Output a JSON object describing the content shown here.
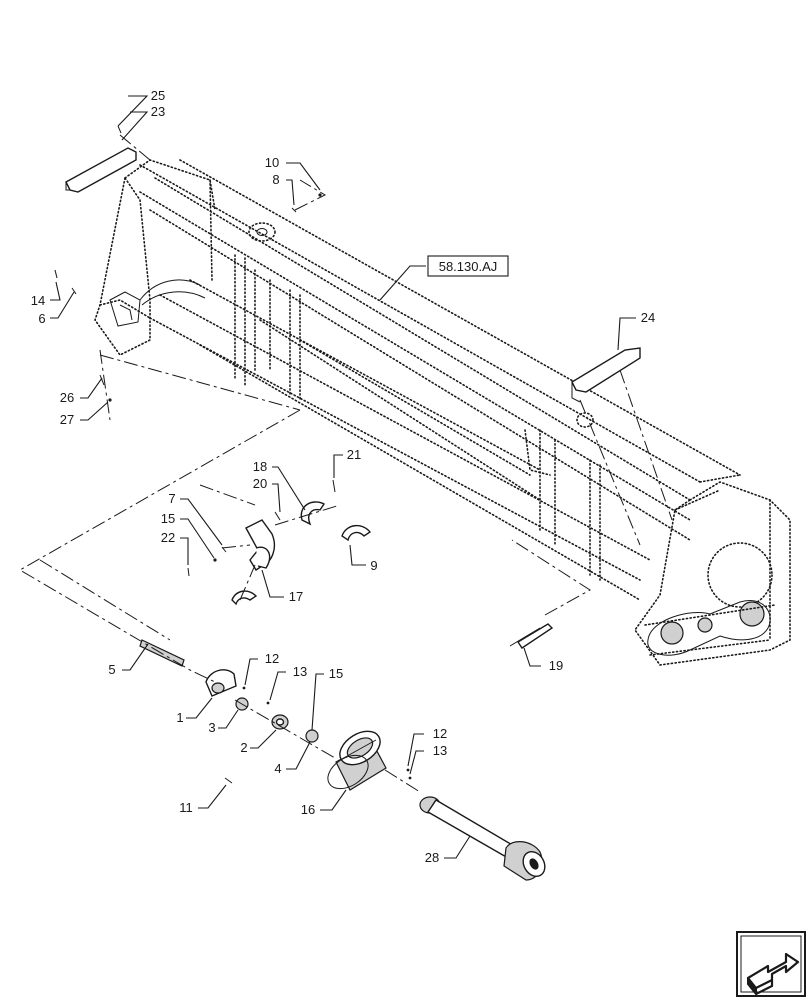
{
  "diagram": {
    "reference_label": "58.130.AJ",
    "callouts": [
      {
        "id": "c25",
        "text": "25"
      },
      {
        "id": "c23",
        "text": "23"
      },
      {
        "id": "c10",
        "text": "10"
      },
      {
        "id": "c8",
        "text": "8"
      },
      {
        "id": "c14",
        "text": "14"
      },
      {
        "id": "c6",
        "text": "6"
      },
      {
        "id": "c24",
        "text": "24"
      },
      {
        "id": "c26",
        "text": "26"
      },
      {
        "id": "c27",
        "text": "27"
      },
      {
        "id": "c21",
        "text": "21"
      },
      {
        "id": "c18",
        "text": "18"
      },
      {
        "id": "c20",
        "text": "20"
      },
      {
        "id": "c7",
        "text": "7"
      },
      {
        "id": "c15a",
        "text": "15"
      },
      {
        "id": "c22",
        "text": "22"
      },
      {
        "id": "c9",
        "text": "9"
      },
      {
        "id": "c17",
        "text": "17"
      },
      {
        "id": "c19",
        "text": "19"
      },
      {
        "id": "c5",
        "text": "5"
      },
      {
        "id": "c12a",
        "text": "12"
      },
      {
        "id": "c13a",
        "text": "13"
      },
      {
        "id": "c15b",
        "text": "15"
      },
      {
        "id": "c1",
        "text": "1"
      },
      {
        "id": "c3",
        "text": "3"
      },
      {
        "id": "c2",
        "text": "2"
      },
      {
        "id": "c4",
        "text": "4"
      },
      {
        "id": "c12b",
        "text": "12"
      },
      {
        "id": "c13b",
        "text": "13"
      },
      {
        "id": "c11",
        "text": "11"
      },
      {
        "id": "c16",
        "text": "16"
      },
      {
        "id": "c28",
        "text": "28"
      }
    ]
  },
  "icons": {
    "next_page": "arrow-box-icon"
  }
}
